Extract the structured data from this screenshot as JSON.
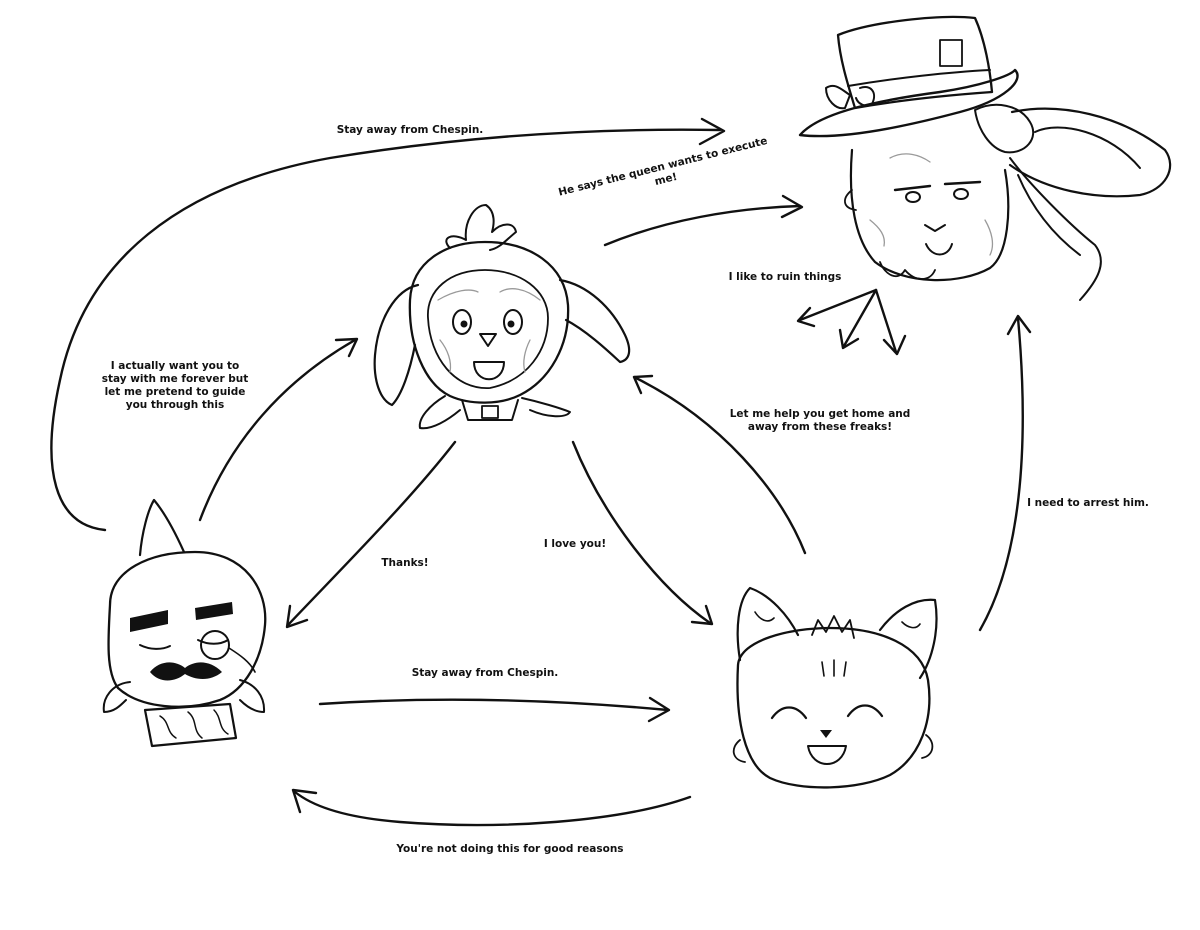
{
  "labels": {
    "top_arc": "Stay away from Chespin.",
    "queen": "He says the queen wants to execute me!",
    "ruin": "I like to ruin things",
    "forever": "I actually want you to\nstay with me forever but\nlet me pretend to guide\nyou through this",
    "help_home": "Let me help you get home and\naway from these freaks!",
    "arrest": "I need to arrest him.",
    "thanks": "Thanks!",
    "love": "I love you!",
    "bottom_stay": "Stay away from Chespin.",
    "bottom_reasons": "You're not doing this for good reasons"
  },
  "characters": [
    {
      "id": "chespin",
      "icon": "bird-hood-character-icon"
    },
    {
      "id": "top-hat",
      "icon": "top-hat-bunny-character-icon"
    },
    {
      "id": "mustache",
      "icon": "mustache-monocle-character-icon"
    },
    {
      "id": "queen-cat",
      "icon": "crowned-cat-character-icon"
    }
  ],
  "colors": {
    "ink": "#111111",
    "background": "#ffffff"
  }
}
